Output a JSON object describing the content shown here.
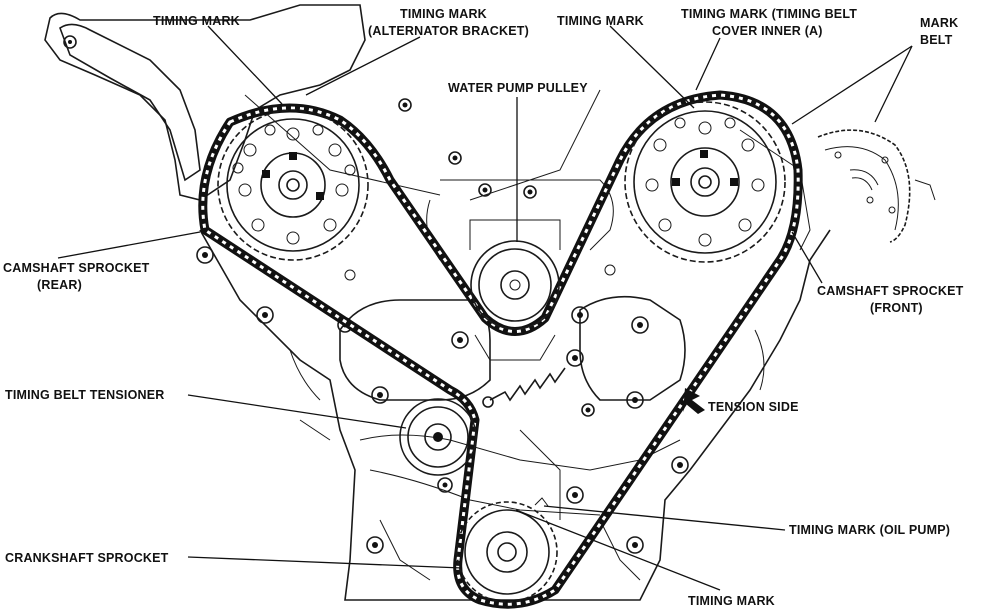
{
  "labels": {
    "timing_mark_top_left": "TIMING MARK",
    "timing_mark_alt_line1": "TIMING MARK",
    "timing_mark_alt_line2": "(ALTERNATOR BRACKET)",
    "timing_mark_top_right": "TIMING MARK",
    "timing_mark_cover_line1": "TIMING MARK (TIMING BELT",
    "timing_mark_cover_line2": "COVER INNER (A)",
    "mark_belt_line1": "MARK",
    "mark_belt_line2": "BELT",
    "water_pump_pulley": "WATER PUMP PULLEY",
    "camshaft_rear_line1": "CAMSHAFT SPROCKET",
    "camshaft_rear_line2": "(REAR)",
    "camshaft_front_line1": "CAMSHAFT SPROCKET",
    "camshaft_front_line2": "(FRONT)",
    "timing_belt_tensioner": "TIMING BELT TENSIONER",
    "tension_side": "TENSION SIDE",
    "timing_mark_oil_pump": "TIMING MARK (OIL PUMP)",
    "crankshaft_sprocket": "CRANKSHAFT SPROCKET",
    "timing_mark_bottom": "TIMING MARK"
  },
  "colors": {
    "line": "#111111",
    "background": "#ffffff",
    "stipple": "#9a9a9a"
  }
}
